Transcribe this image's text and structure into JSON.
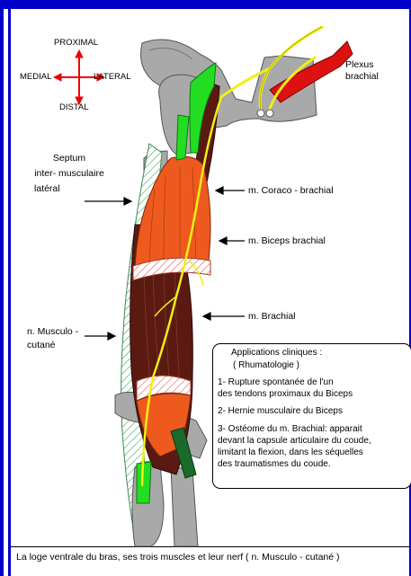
{
  "orientation": {
    "proximal": "PROXIMAL",
    "medial": "MEDIAL",
    "lateral": "LATERAL",
    "distal": "DISTAL"
  },
  "labels": {
    "plexus_line1": "Plexus",
    "plexus_line2": "brachial",
    "septum_line1": "Septum",
    "septum_line2": "inter- musculaire",
    "septum_line3": "latéral",
    "coraco": "m. Coraco - brachial",
    "biceps": "m. Biceps brachial",
    "brachial": "m. Brachial",
    "nerve_line1": "n. Musculo -",
    "nerve_line2": "cutané"
  },
  "clinical": {
    "title": "Applications cliniques :",
    "subtitle": "( Rhumatologie )",
    "item1_line1": "1- Rupture spontanée de l'un",
    "item1_line2": "des tendons proximaux du Biceps",
    "item2": "2- Hernie musculaire du Biceps",
    "item3_line1": "3- Ostéome du m. Brachial: apparait",
    "item3_line2": "devant la capsule articulaire du coude,",
    "item3_line3": "limitant la flexion, dans les séquelles",
    "item3_line4": "des traumatismes du coude."
  },
  "caption": "La loge ventrale du bras, ses trois muscles et leur nerf ( n. Musculo - cutané )",
  "colors": {
    "frame_blue": "#0000c8",
    "bone_gray": "#a9a9a9",
    "muscle_orange": "#ee5a1e",
    "muscle_brown": "#5a1a12",
    "nerve_yellow": "#f2ef12",
    "tendon_green": "#22dd22",
    "artery_red": "#dd1111",
    "arrow_red": "#ee0000"
  }
}
